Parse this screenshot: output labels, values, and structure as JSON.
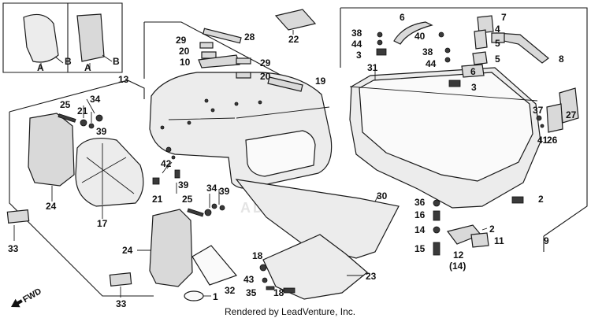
{
  "diagram": {
    "footer": "Rendered by LeadVenture, Inc.",
    "watermark": "ADVENTURE",
    "direction_label": "FWD",
    "inset_labels": [
      "A",
      "B",
      "A",
      "B"
    ],
    "callouts": [
      "1",
      "2",
      "2",
      "3",
      "3",
      "4",
      "5",
      "5",
      "6",
      "6",
      "7",
      "8",
      "9",
      "10",
      "11",
      "12",
      "(14)",
      "13",
      "14",
      "15",
      "16",
      "17",
      "18",
      "18",
      "19",
      "20",
      "20",
      "21",
      "21",
      "22",
      "23",
      "24",
      "24",
      "25",
      "25",
      "26",
      "27",
      "28",
      "29",
      "29",
      "30",
      "31",
      "32",
      "33",
      "33",
      "34",
      "34",
      "35",
      "36",
      "37",
      "38",
      "38",
      "39",
      "39",
      "39",
      "40",
      "41",
      "42",
      "43",
      "44",
      "44"
    ]
  },
  "colors": {
    "line": "#1a1a1a",
    "fill": "#d9d9d9",
    "background": "#ffffff"
  }
}
